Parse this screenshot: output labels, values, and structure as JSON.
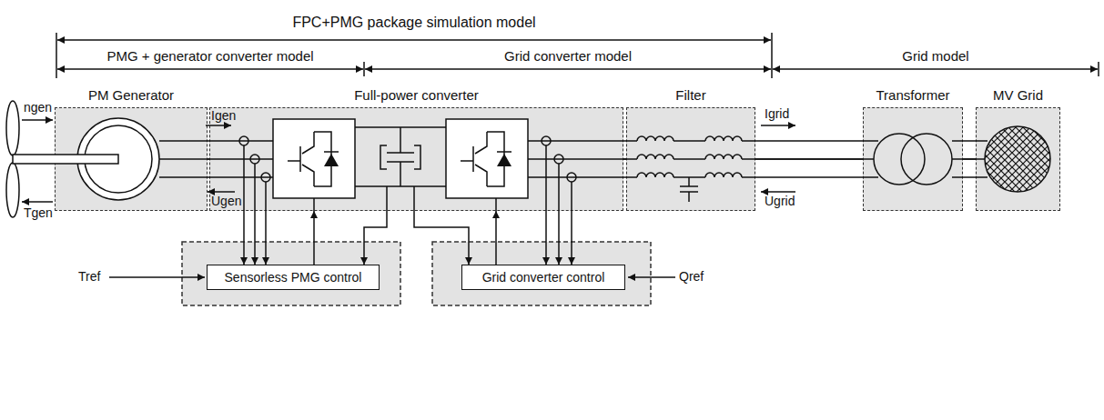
{
  "diagram": {
    "nodes": [
      {
        "text": [
          "PM Generator"
        ]
      },
      {
        "text": [
          "Full-power converter"
        ]
      },
      {
        "text": [
          "Filter"
        ]
      },
      {
        "text": [
          "Transformer"
        ]
      },
      {
        "text": [
          "MV Grid"
        ]
      },
      {
        "text": [
          "Sensorless PMG control"
        ]
      },
      {
        "text": [
          "Grid converter control"
        ]
      }
    ],
    "edges": [
      {
        "from": 0,
        "to": 1,
        "arrow": "none"
      },
      {
        "from": 1,
        "to": 2,
        "arrow": "none"
      },
      {
        "from": 2,
        "to": 3,
        "arrow": "none"
      },
      {
        "from": 3,
        "to": 4,
        "arrow": "none"
      },
      {
        "from": 1,
        "to": 5,
        "arrow": "to"
      },
      {
        "from": 1,
        "to": 5,
        "arrow": "to"
      },
      {
        "from": 1,
        "to": 5,
        "arrow": "to"
      },
      {
        "from": 1,
        "to": 5,
        "arrow": "to"
      },
      {
        "from": 5,
        "to": 1,
        "arrow": "to"
      },
      {
        "from": 1,
        "to": 6,
        "arrow": "to"
      },
      {
        "from": 6,
        "to": 1,
        "arrow": "to"
      },
      {
        "from": 1,
        "to": 6,
        "arrow": "to"
      },
      {
        "from": 1,
        "to": 6,
        "arrow": "to"
      },
      {
        "from": 1,
        "to": 6,
        "arrow": "to"
      }
    ],
    "labels": [
      "FPC+PMG package simulation model",
      "PMG + generator converter model",
      "Grid converter model",
      "Grid model",
      "ngen",
      "Igen",
      "Tgen",
      "Ugen",
      "Igrid",
      "Ugrid",
      "Tref",
      "Qref"
    ]
  }
}
